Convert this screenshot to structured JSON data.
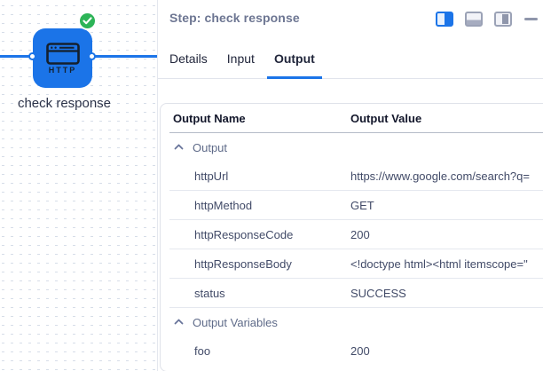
{
  "canvas": {
    "node": {
      "label": "check response",
      "icon_text": "HTTP",
      "status": "success"
    },
    "colors": {
      "node_blue": "#1b74e8",
      "success_green": "#2db457"
    }
  },
  "panel": {
    "title": "Step: check response",
    "window_controls": [
      {
        "name": "layout-split-view",
        "active": true
      },
      {
        "name": "layout-bottom-panel",
        "active": false
      },
      {
        "name": "layout-right-panel",
        "active": false
      },
      {
        "name": "minimize",
        "active": false
      }
    ],
    "tabs": [
      {
        "label": "Details",
        "active": false
      },
      {
        "label": "Input",
        "active": false
      },
      {
        "label": "Output",
        "active": true
      }
    ],
    "table": {
      "columns": [
        "Output Name",
        "Output Value"
      ],
      "rows": [
        {
          "type": "group",
          "name": "Output",
          "collapsed": false
        },
        {
          "type": "item",
          "name": "httpUrl",
          "value": "https://www.google.com/search?q="
        },
        {
          "type": "item",
          "name": "httpMethod",
          "value": "GET"
        },
        {
          "type": "item",
          "name": "httpResponseCode",
          "value": "200"
        },
        {
          "type": "item",
          "name": "httpResponseBody",
          "value": "<!doctype html><html itemscope=\""
        },
        {
          "type": "item",
          "name": "status",
          "value": "SUCCESS"
        },
        {
          "type": "group",
          "name": "Output Variables",
          "collapsed": false
        },
        {
          "type": "item",
          "name": "foo",
          "value": "200"
        }
      ]
    },
    "accent_color": "#1b74e8"
  }
}
